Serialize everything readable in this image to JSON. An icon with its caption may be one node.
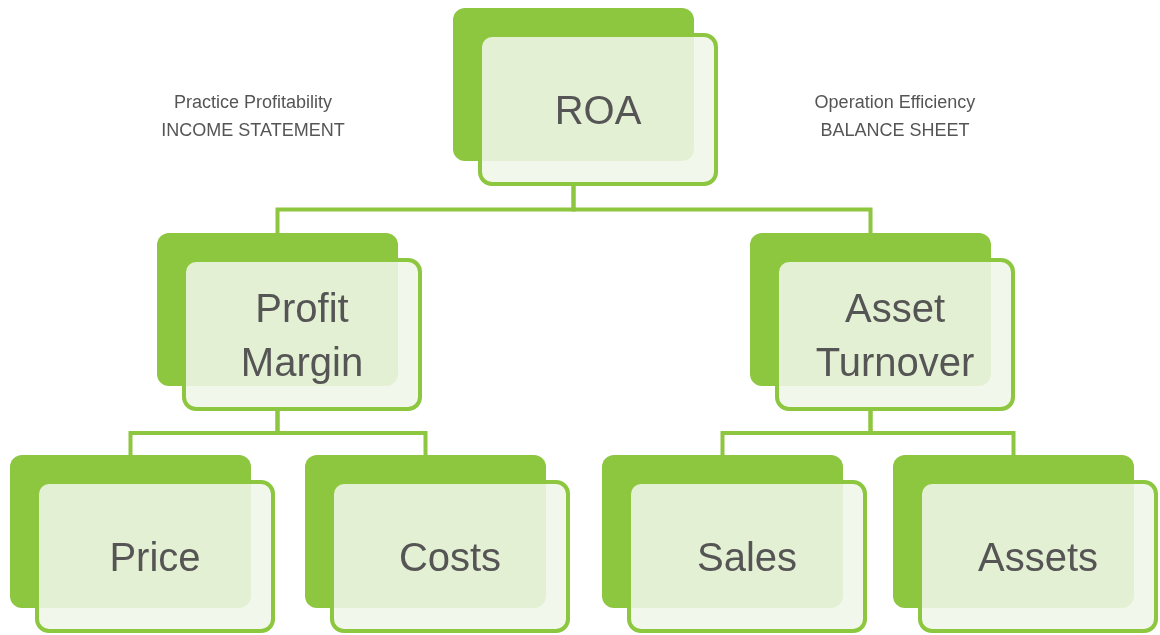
{
  "diagram": {
    "nodes": [
      {
        "text": [
          "ROA"
        ]
      },
      {
        "text": [
          "Profit Margin"
        ]
      },
      {
        "text": [
          "Asset Turnover"
        ]
      },
      {
        "text": [
          "Price"
        ]
      },
      {
        "text": [
          "Costs"
        ]
      },
      {
        "text": [
          "Sales"
        ]
      },
      {
        "text": [
          "Assets"
        ]
      }
    ],
    "edges": [
      {
        "from": 0,
        "to": 1,
        "arrow": "none"
      },
      {
        "from": 0,
        "to": 2,
        "arrow": "none"
      },
      {
        "from": 1,
        "to": 3,
        "arrow": "none"
      },
      {
        "from": 1,
        "to": 4,
        "arrow": "none"
      },
      {
        "from": 2,
        "to": 5,
        "arrow": "none"
      },
      {
        "from": 2,
        "to": 6,
        "arrow": "none"
      }
    ],
    "labels": [
      "Practice Profitability",
      "INCOME STATEMENT",
      "Operation Efficiency",
      "BALANCE SHEET"
    ]
  }
}
